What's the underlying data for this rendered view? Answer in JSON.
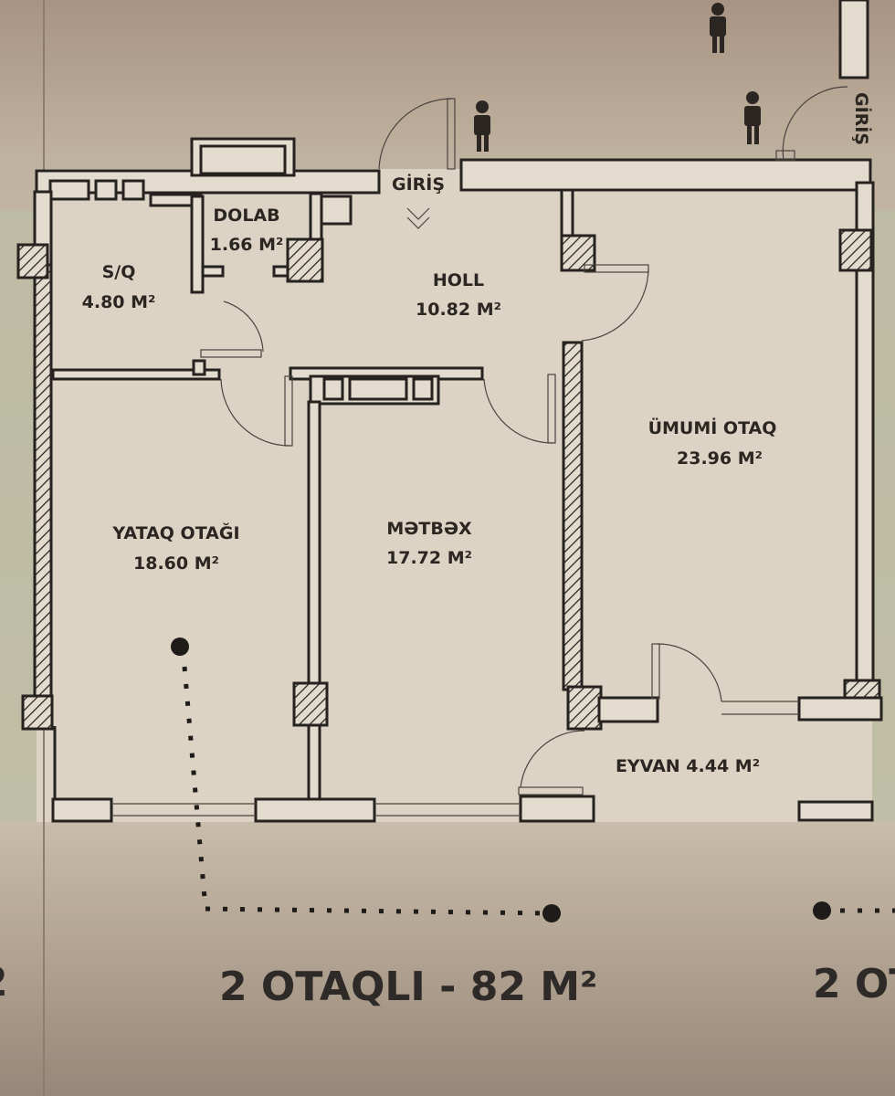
{
  "plan": {
    "entrance_top": "GİRİŞ",
    "entrance_side": "GİRİŞ",
    "rooms": {
      "dolab": {
        "name": "DOLAB",
        "area": "1.66 M²"
      },
      "sq": {
        "name": "S/Q",
        "area": "4.80 M²"
      },
      "holl": {
        "name": "HOLL",
        "area": "10.82 M²"
      },
      "umumi": {
        "name": "ÜMUMİ OTAQ",
        "area": "23.96 M²"
      },
      "yataq": {
        "name": "YATAQ OTAĞI",
        "area": "18.60 M²"
      },
      "metbex": {
        "name": "MƏTBƏX",
        "area": "17.72 M²"
      },
      "eyvan": {
        "name": "EYVAN 4.44 M²"
      }
    }
  },
  "caption": {
    "title": "2 OTAQLI - 82 M²",
    "next_partial": "2 OT",
    "prev_partial": "2"
  }
}
